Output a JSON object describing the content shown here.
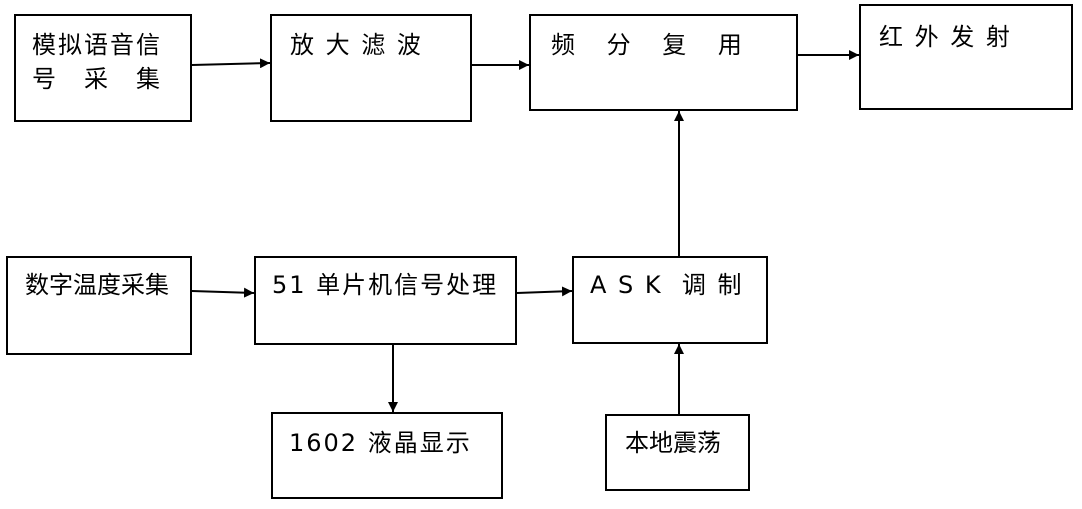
{
  "diagram": {
    "nodes": {
      "analog_voice": {
        "line1": "模拟语音信",
        "line2": "号　采　集"
      },
      "amp_filter": {
        "label": "放 大 滤 波"
      },
      "fdm": {
        "label": "频　 分　 复　 用"
      },
      "ir_tx": {
        "label": "红 外 发 射"
      },
      "digital_temp": {
        "label": "数字温度采集"
      },
      "mcu": {
        "label": "51 单片机信号处理"
      },
      "ask": {
        "label": "A S K  调 制"
      },
      "lcd": {
        "label": "1602 液晶显示"
      },
      "osc": {
        "label": "本地震荡"
      }
    },
    "edges": [
      {
        "from": "analog_voice",
        "to": "amp_filter"
      },
      {
        "from": "amp_filter",
        "to": "fdm"
      },
      {
        "from": "fdm",
        "to": "ir_tx"
      },
      {
        "from": "digital_temp",
        "to": "mcu"
      },
      {
        "from": "mcu",
        "to": "ask"
      },
      {
        "from": "mcu",
        "to": "lcd"
      },
      {
        "from": "ask",
        "to": "fdm"
      },
      {
        "from": "osc",
        "to": "ask"
      }
    ]
  }
}
